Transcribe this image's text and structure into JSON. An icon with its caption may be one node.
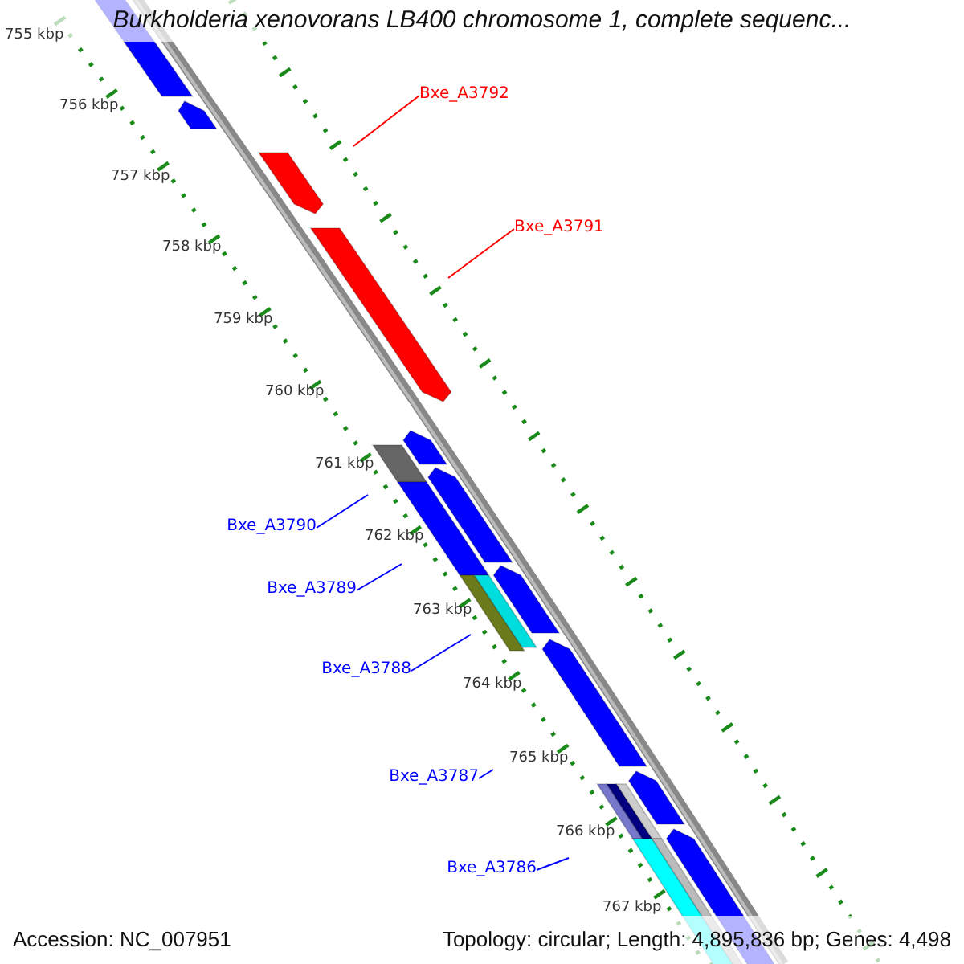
{
  "diagram": {
    "title": "Burkholderia xenovorans LB400 chromosome 1, complete sequenc...",
    "nodes": [
      {
        "text": [
          "Bxe_A3792"
        ]
      },
      {
        "text": [
          "Bxe_A3791"
        ]
      },
      {
        "text": [
          "Bxe_A3790"
        ]
      },
      {
        "text": [
          "Bxe_A3789"
        ]
      },
      {
        "text": [
          "Bxe_A3788"
        ]
      },
      {
        "text": [
          "Bxe_A3787"
        ]
      },
      {
        "text": [
          "Bxe_A3786"
        ]
      }
    ],
    "edges": [
      {
        "from": 0,
        "to": null,
        "arrow": "none",
        "color": "#ff0000"
      },
      {
        "from": 1,
        "to": null,
        "arrow": "none",
        "color": "#ff0000"
      },
      {
        "from": 2,
        "to": null,
        "arrow": "none"
      },
      {
        "from": 3,
        "to": null,
        "arrow": "none"
      },
      {
        "from": 4,
        "to": null,
        "arrow": "none"
      },
      {
        "from": 5,
        "to": null,
        "arrow": "none"
      },
      {
        "from": 6,
        "to": null,
        "arrow": "none"
      }
    ],
    "labels": [
      "755 kbp",
      "756 kbp",
      "757 kbp",
      "758 kbp",
      "759 kbp",
      "760 kbp",
      "761 kbp",
      "762 kbp",
      "763 kbp",
      "764 kbp",
      "765 kbp",
      "766 kbp",
      "767 kbp",
      "Accession: NC_007951",
      "Topology: circular; Length: 4,895,836 bp; Genes: 4,498"
    ]
  }
}
